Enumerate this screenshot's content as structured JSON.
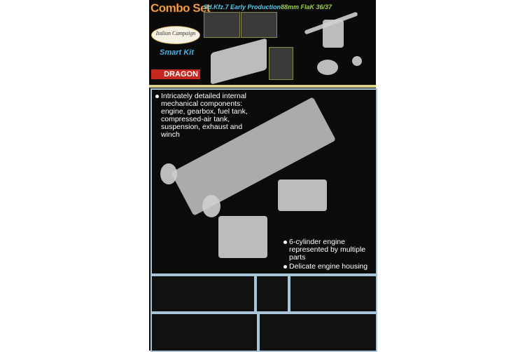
{
  "header": {
    "combo_label": "Combo Set",
    "vehicle_title": "Sd.Kfz.7 Early Production",
    "gun_title": "88mm FlaK 36/37",
    "campaign_badge": "Italian Campaign",
    "smart_kit": "Smart Kit",
    "brand": "DRAGON"
  },
  "features": {
    "top": [
      "Intricately detailed internal mechanical components: engine, gearbox, fuel tank, compressed-air tank, suspension, exhaust and winch"
    ],
    "bottom": [
      "6-cylinder engine represented by multiple parts",
      "Delicate engine housing"
    ]
  },
  "colors": {
    "panel_border": "#a9c6d9",
    "background": "#0b0b0b",
    "combo": "#f3b062",
    "accent_blue": "#55c7e6",
    "accent_green": "#9fd04a",
    "brand_red": "#c5281f"
  }
}
